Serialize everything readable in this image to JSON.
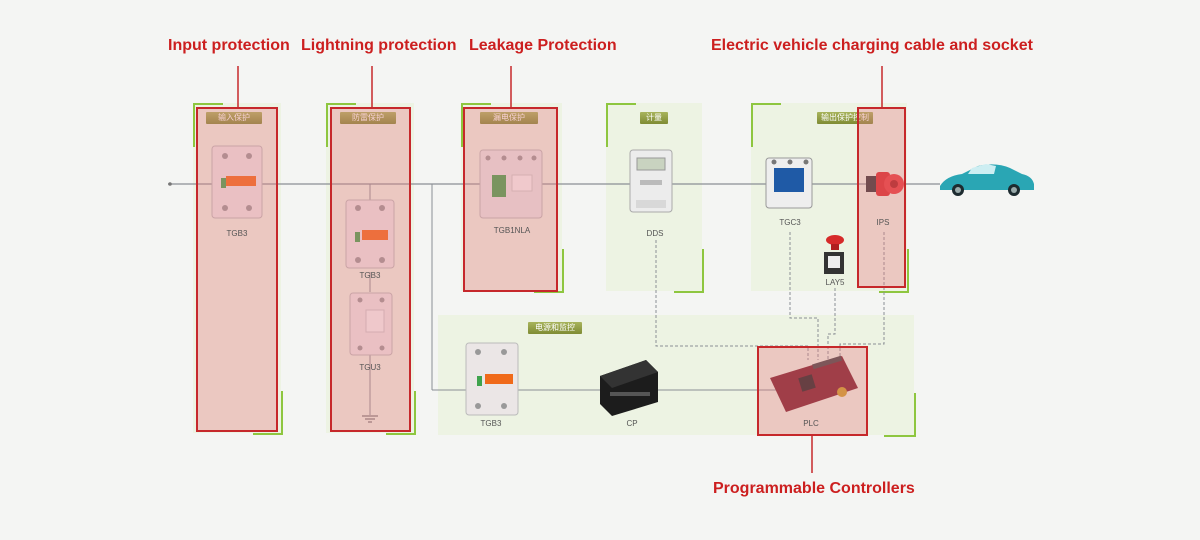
{
  "callouts": {
    "input": "Input protection",
    "lightning": "Lightning protection",
    "leakage": "Leakage Protection",
    "ev": "Electric vehicle charging cable and socket",
    "plc": "Programmable Controllers"
  },
  "tags": {
    "input": "输入保护",
    "lightning": "防雷保护",
    "leakage": "漏电保护",
    "meter": "计量",
    "output": "输出保护控制",
    "power": "电源和监控"
  },
  "components": {
    "tgb3_input": "TGB3",
    "tgb3_lightning": "TGB3",
    "tgu3": "TGU3",
    "tgb1nla": "TGB1NLA",
    "dds": "DDS",
    "tgc3": "TGC3",
    "ips": "IPS",
    "lay5": "LAY5",
    "tgb3_power": "TGB3",
    "cp": "CP",
    "plc": "PLC"
  },
  "colors": {
    "accent_red": "#cc1f1f",
    "bracket_green": "#8ec63f",
    "panel_green": "#edf3e3",
    "car_teal": "#2aa6b4"
  }
}
